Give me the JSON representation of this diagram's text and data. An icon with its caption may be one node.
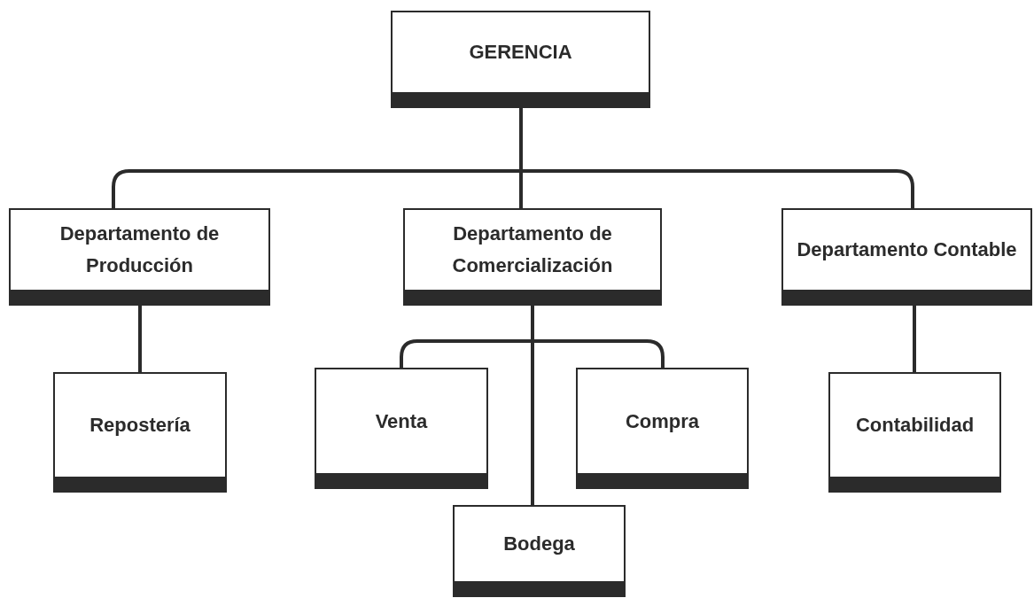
{
  "diagram": {
    "nodes": [
      {
        "text": [
          "GERENCIA"
        ]
      },
      {
        "text": [
          "Departamento de Producción"
        ]
      },
      {
        "text": [
          "Departamento de Comercialización"
        ]
      },
      {
        "text": [
          "Departamento Contable"
        ]
      },
      {
        "text": [
          "Repostería"
        ]
      },
      {
        "text": [
          "Venta"
        ]
      },
      {
        "text": [
          "Compra"
        ]
      },
      {
        "text": [
          "Contabilidad"
        ]
      },
      {
        "text": [
          "Bodega"
        ]
      }
    ],
    "edges": [
      {
        "from": 0,
        "to": 1,
        "arrow": "none"
      },
      {
        "from": 0,
        "to": 2,
        "arrow": "none"
      },
      {
        "from": 0,
        "to": 3,
        "arrow": "none"
      },
      {
        "from": 1,
        "to": 4,
        "arrow": "none"
      },
      {
        "from": 2,
        "to": 5,
        "arrow": "none"
      },
      {
        "from": 2,
        "to": 6,
        "arrow": "none"
      },
      {
        "from": 2,
        "to": 8,
        "arrow": "none"
      },
      {
        "from": 3,
        "to": 7,
        "arrow": "none"
      }
    ]
  }
}
